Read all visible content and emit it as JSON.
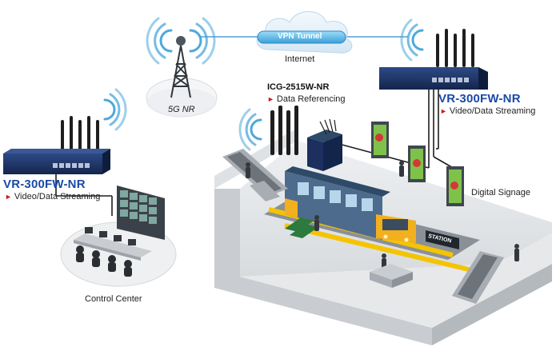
{
  "tower": {
    "label": "5G NR"
  },
  "vpn": {
    "label": "VPN Tunnel",
    "network": "Internet"
  },
  "router_left": {
    "model": "VR-300FW-NR",
    "role": "Video/Data Streaming"
  },
  "router_right": {
    "model": "VR-300FW-NR",
    "role": "Video/Data Streaming"
  },
  "gateway": {
    "model": "ICG-2515W-NR",
    "role": "Data Referencing"
  },
  "control_center": {
    "label": "Control Center"
  },
  "signage": {
    "label": "Digital Signage"
  },
  "station_sign": {
    "label": "STATION"
  },
  "colors": {
    "brand_blue": "#1a4aa6",
    "device_navy": "#1c2f5e",
    "accent_red": "#d01818",
    "wifi_blue": "#3aa0d8",
    "train_yellow": "#f2b01e",
    "platform_yellow": "#f5c400"
  }
}
